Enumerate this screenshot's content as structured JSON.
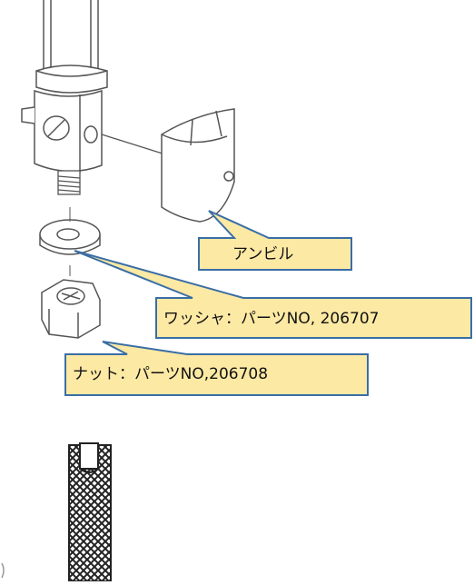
{
  "colors": {
    "callout_fill": "#FCE9A4",
    "callout_stroke": "#3A6EA5",
    "line": "#555555",
    "hatch": "#222222"
  },
  "callouts": {
    "anvil": "アンビル",
    "washer": "ワッシャ：パーツNO, 206707",
    "nut": "ナット：パーツNO,206708"
  }
}
